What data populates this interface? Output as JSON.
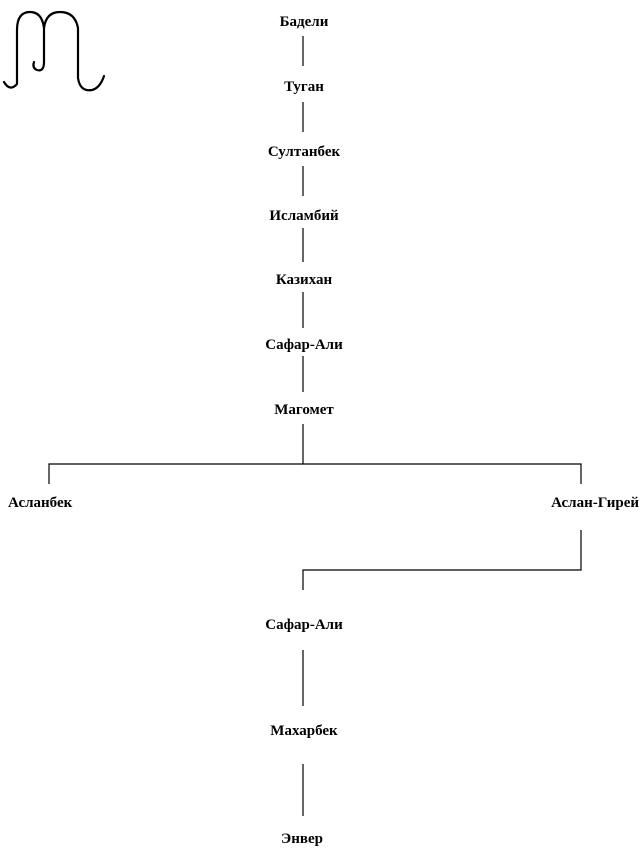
{
  "tree": {
    "root_line": [
      {
        "name": "Бадели"
      },
      {
        "name": "Туган"
      },
      {
        "name": "Султанбек"
      },
      {
        "name": "Исламбий"
      },
      {
        "name": "Казихан"
      },
      {
        "name": "Сафар-Али"
      },
      {
        "name": "Магомет"
      }
    ],
    "branch_left": "Асланбек",
    "branch_right": "Аслан-Гирей",
    "descendants": [
      {
        "name": "Сафар-Али"
      },
      {
        "name": "Махарбек"
      },
      {
        "name": "Энвер"
      }
    ]
  },
  "emblem": {
    "icon": "tamga-emblem-icon"
  },
  "colors": {
    "line": "#000000",
    "text": "#000000",
    "background": "#ffffff"
  }
}
